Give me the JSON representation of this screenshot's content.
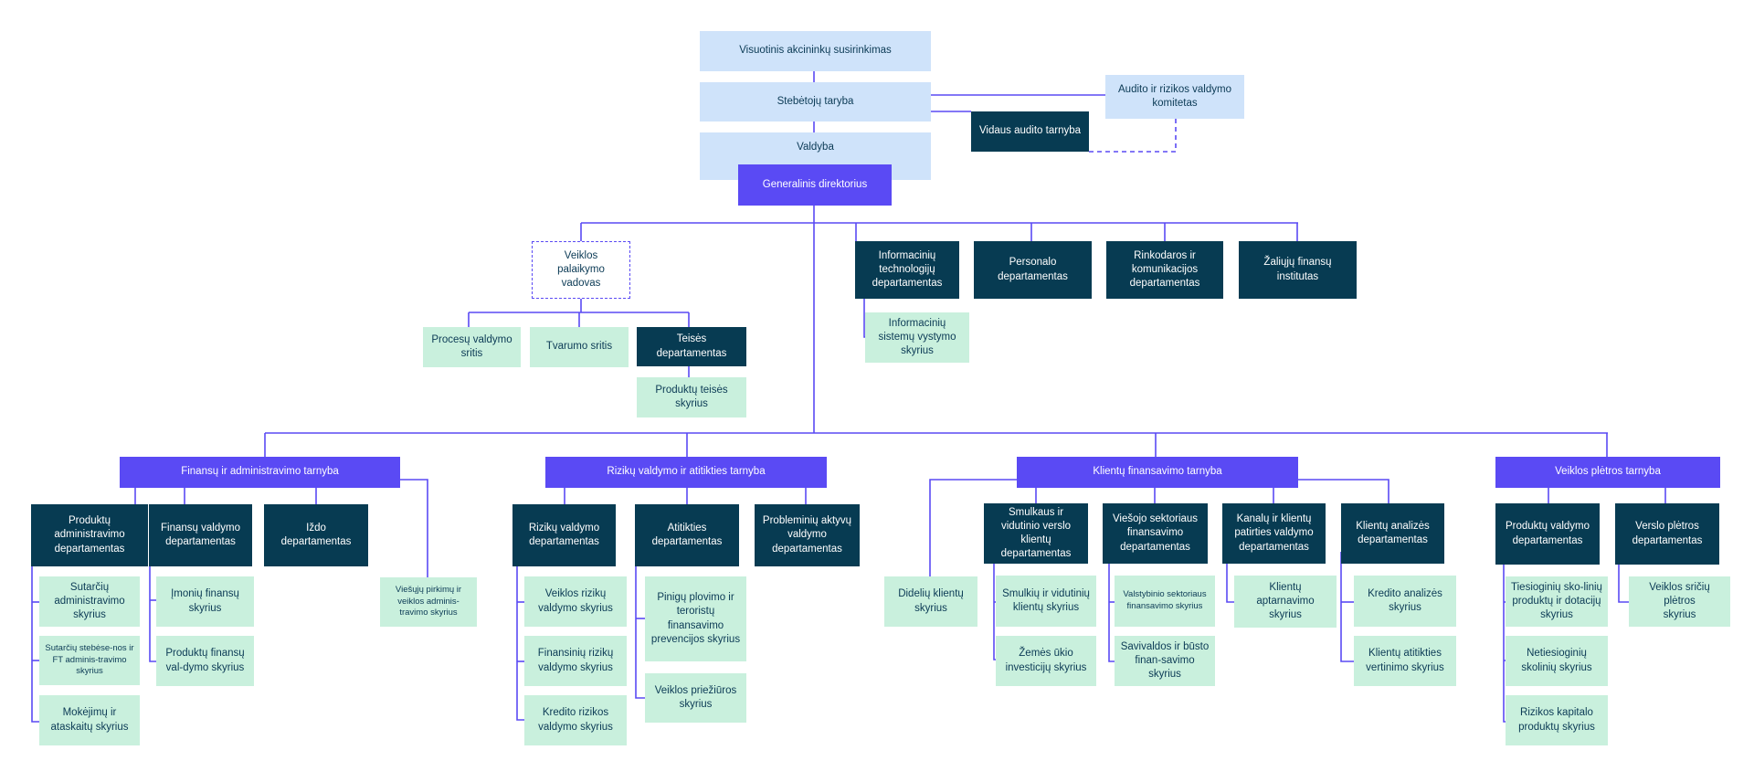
{
  "colors": {
    "line": "#5a4af4",
    "board": "#cfe3fa",
    "accent": "#5a4af4",
    "dept": "#073b52",
    "unit": "#c9f0dd"
  },
  "governance": {
    "shareholders": "Visuotinis akcininkų susirinkimas",
    "supervisory_board": "Stebėtojų taryba",
    "audit_committee": "Audito ir rizikos valdymo komitetas",
    "internal_audit": "Vidaus audito tarnyba",
    "management_board": "Valdyba",
    "ceo": "Generalinis direktorius"
  },
  "ops_support": {
    "head": "Veiklos palaikymo vadovas",
    "process": "Procesų valdymo sritis",
    "sustainability": "Tvarumo sritis",
    "legal": "Teisės departamentas",
    "product_legal": "Produktų teisės skyrius"
  },
  "ceo_departments": {
    "it": "Informacinių technologijų departamentas",
    "is_dev": "Informacinių sistemų vystymo skyrius",
    "personnel": "Personalo departamentas",
    "marketing": "Rinkodaros ir komunikacijos departamentas",
    "green": "Žaliųjų finansų institutas"
  },
  "finance_admin": {
    "service": "Finansų ir administravimo tarnyba",
    "prod_admin": "Produktų administravimo departamentas",
    "contract_admin": "Sutarčių administravimo skyrius",
    "contract_monitor": "Sutarčių stebėse-nos ir FT adminis-travimo skyrius",
    "payments": "Mokėjimų ir ataskaitų skyrius",
    "fin_mgmt": "Finansų valdymo departamentas",
    "corp_fin": "Įmonių finansų skyrius",
    "prod_fin": "Produktų finansų val-dymo skyrius",
    "treasury": "Iždo departamentas",
    "procurement": "Viešųjų pirkimų ir veiklos adminis-travimo skyrius"
  },
  "risk": {
    "service": "Rizikų valdymo ir atitikties tarnyba",
    "risk_dept": "Rizikų valdymo departamentas",
    "op_risk": "Veiklos rizikų valdymo skyrius",
    "fin_risk": "Finansinių rizikų valdymo skyrius",
    "credit_risk": "Kredito rizikos valdymo skyrius",
    "compliance": "Atitikties departamentas",
    "aml": "Pinigų plovimo ir teroristų finansavimo prevencijos skyrius",
    "supervision": "Veiklos priežiūros skyrius",
    "problem_assets": "Probleminių aktyvų valdymo departamentas"
  },
  "client_fin": {
    "service": "Klientų finansavimo tarnyba",
    "large": "Didelių klientų skyrius",
    "sme_dept": "Smulkaus ir vidutinio verslo klientų departamentas",
    "sme_div": "Smulkių ir vidutinių klientų skyrius",
    "agri": "Žemės ūkio investicijų skyrius",
    "public_dept": "Viešojo sektoriaus finansavimo departamentas",
    "state": "Valstybinio sektoriaus finansavimo skyrius",
    "municipal": "Savivaldos ir būsto finan-savimo skyrius",
    "channels_dept": "Kanalų ir klientų patirties valdymo departamentas",
    "client_service": "Klientų aptarnavimo skyrius",
    "analysis_dept": "Klientų analizės departamentas",
    "credit_analysis": "Kredito analizės skyrius",
    "conformity": "Klientų atitikties vertinimo skyrius"
  },
  "business_dev": {
    "service": "Veiklos plėtros tarnyba",
    "product_dept": "Produktų valdymo departamentas",
    "direct": "Tiesioginių sko-linių produktų ir dotacijų skyrius",
    "indirect": "Netiesioginių skolinių skyrius",
    "risk_capital": "Rizikos kapitalo produktų skyrius",
    "biz_dept": "Verslo plėtros departamentas",
    "biz_area": "Veiklos sričių plėtros skyrius"
  }
}
